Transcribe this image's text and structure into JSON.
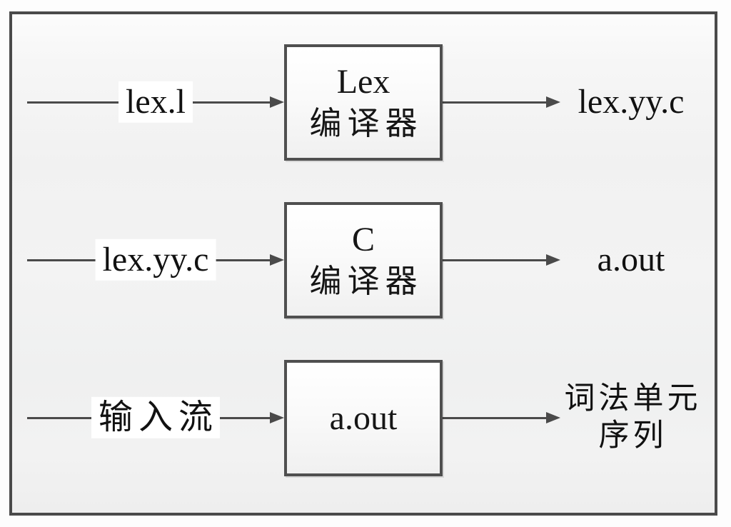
{
  "diagram": {
    "title_implied": "Lex toolchain flow",
    "colors": {
      "frame_border": "#4a4a4a",
      "box_border": "#4f4f4f",
      "line": "#4a4a4a",
      "text": "#111111",
      "canvas_fill": "#f2f2f2",
      "box_fill": "#fafafa",
      "label_bg": "#ffffff"
    },
    "rows": [
      {
        "input_label": "lex.l",
        "box_line1": "Lex",
        "box_line2": "编译器",
        "output_line1": "lex.yy.c",
        "output_line2": ""
      },
      {
        "input_label": "lex.yy.c",
        "box_line1": "C",
        "box_line2": "编译器",
        "output_line1": "a.out",
        "output_line2": ""
      },
      {
        "input_label": "输入流",
        "box_line1": "a.out",
        "box_line2": "",
        "output_line1": "词法单元",
        "output_line2": "序列"
      }
    ]
  }
}
